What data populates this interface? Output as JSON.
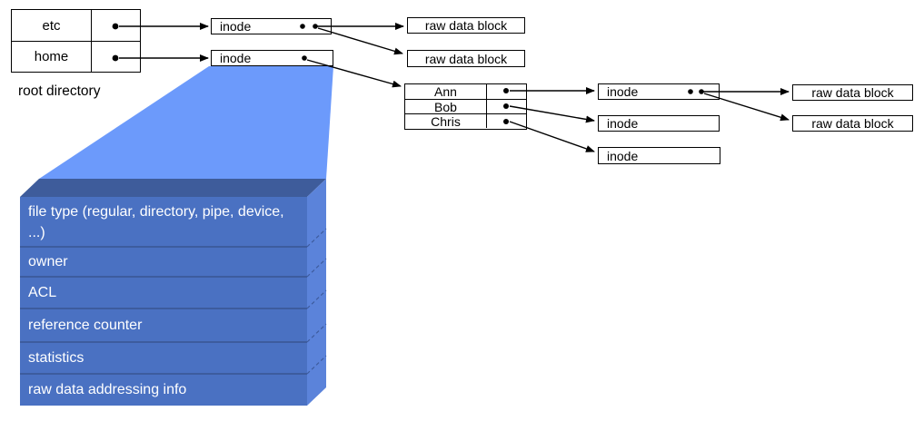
{
  "root_directory": {
    "caption": "root directory",
    "rows": [
      {
        "name": "etc"
      },
      {
        "name": "home"
      }
    ]
  },
  "home_directory": {
    "rows": [
      {
        "name": "Ann"
      },
      {
        "name": "Bob"
      },
      {
        "name": "Chris"
      }
    ]
  },
  "inode_boxes": {
    "etc": "inode",
    "home": "inode",
    "ann": "inode",
    "bob": "inode",
    "chris": "inode"
  },
  "raw_data_blocks": {
    "etc_1": "raw data block",
    "etc_2": "raw data block",
    "ann_1": "raw data block",
    "ann_2": "raw data block"
  },
  "inode_detail": {
    "rows": [
      {
        "label": "file type (regular, directory, pipe, device, ...)"
      },
      {
        "label": "owner"
      },
      {
        "label": "ACL"
      },
      {
        "label": "reference counter"
      },
      {
        "label": "statistics"
      },
      {
        "label": "raw data addressing info"
      }
    ]
  },
  "colors": {
    "magnifier_funnel": "#6c9afb",
    "detail_front": "#4a71c2",
    "detail_top": "#3e5c9b",
    "detail_side": "#5b83da",
    "detail_divider": "#3d5c9e",
    "detail_text": "#ffffff",
    "line": "#000000",
    "box_border": "#000000",
    "background": "#ffffff"
  }
}
